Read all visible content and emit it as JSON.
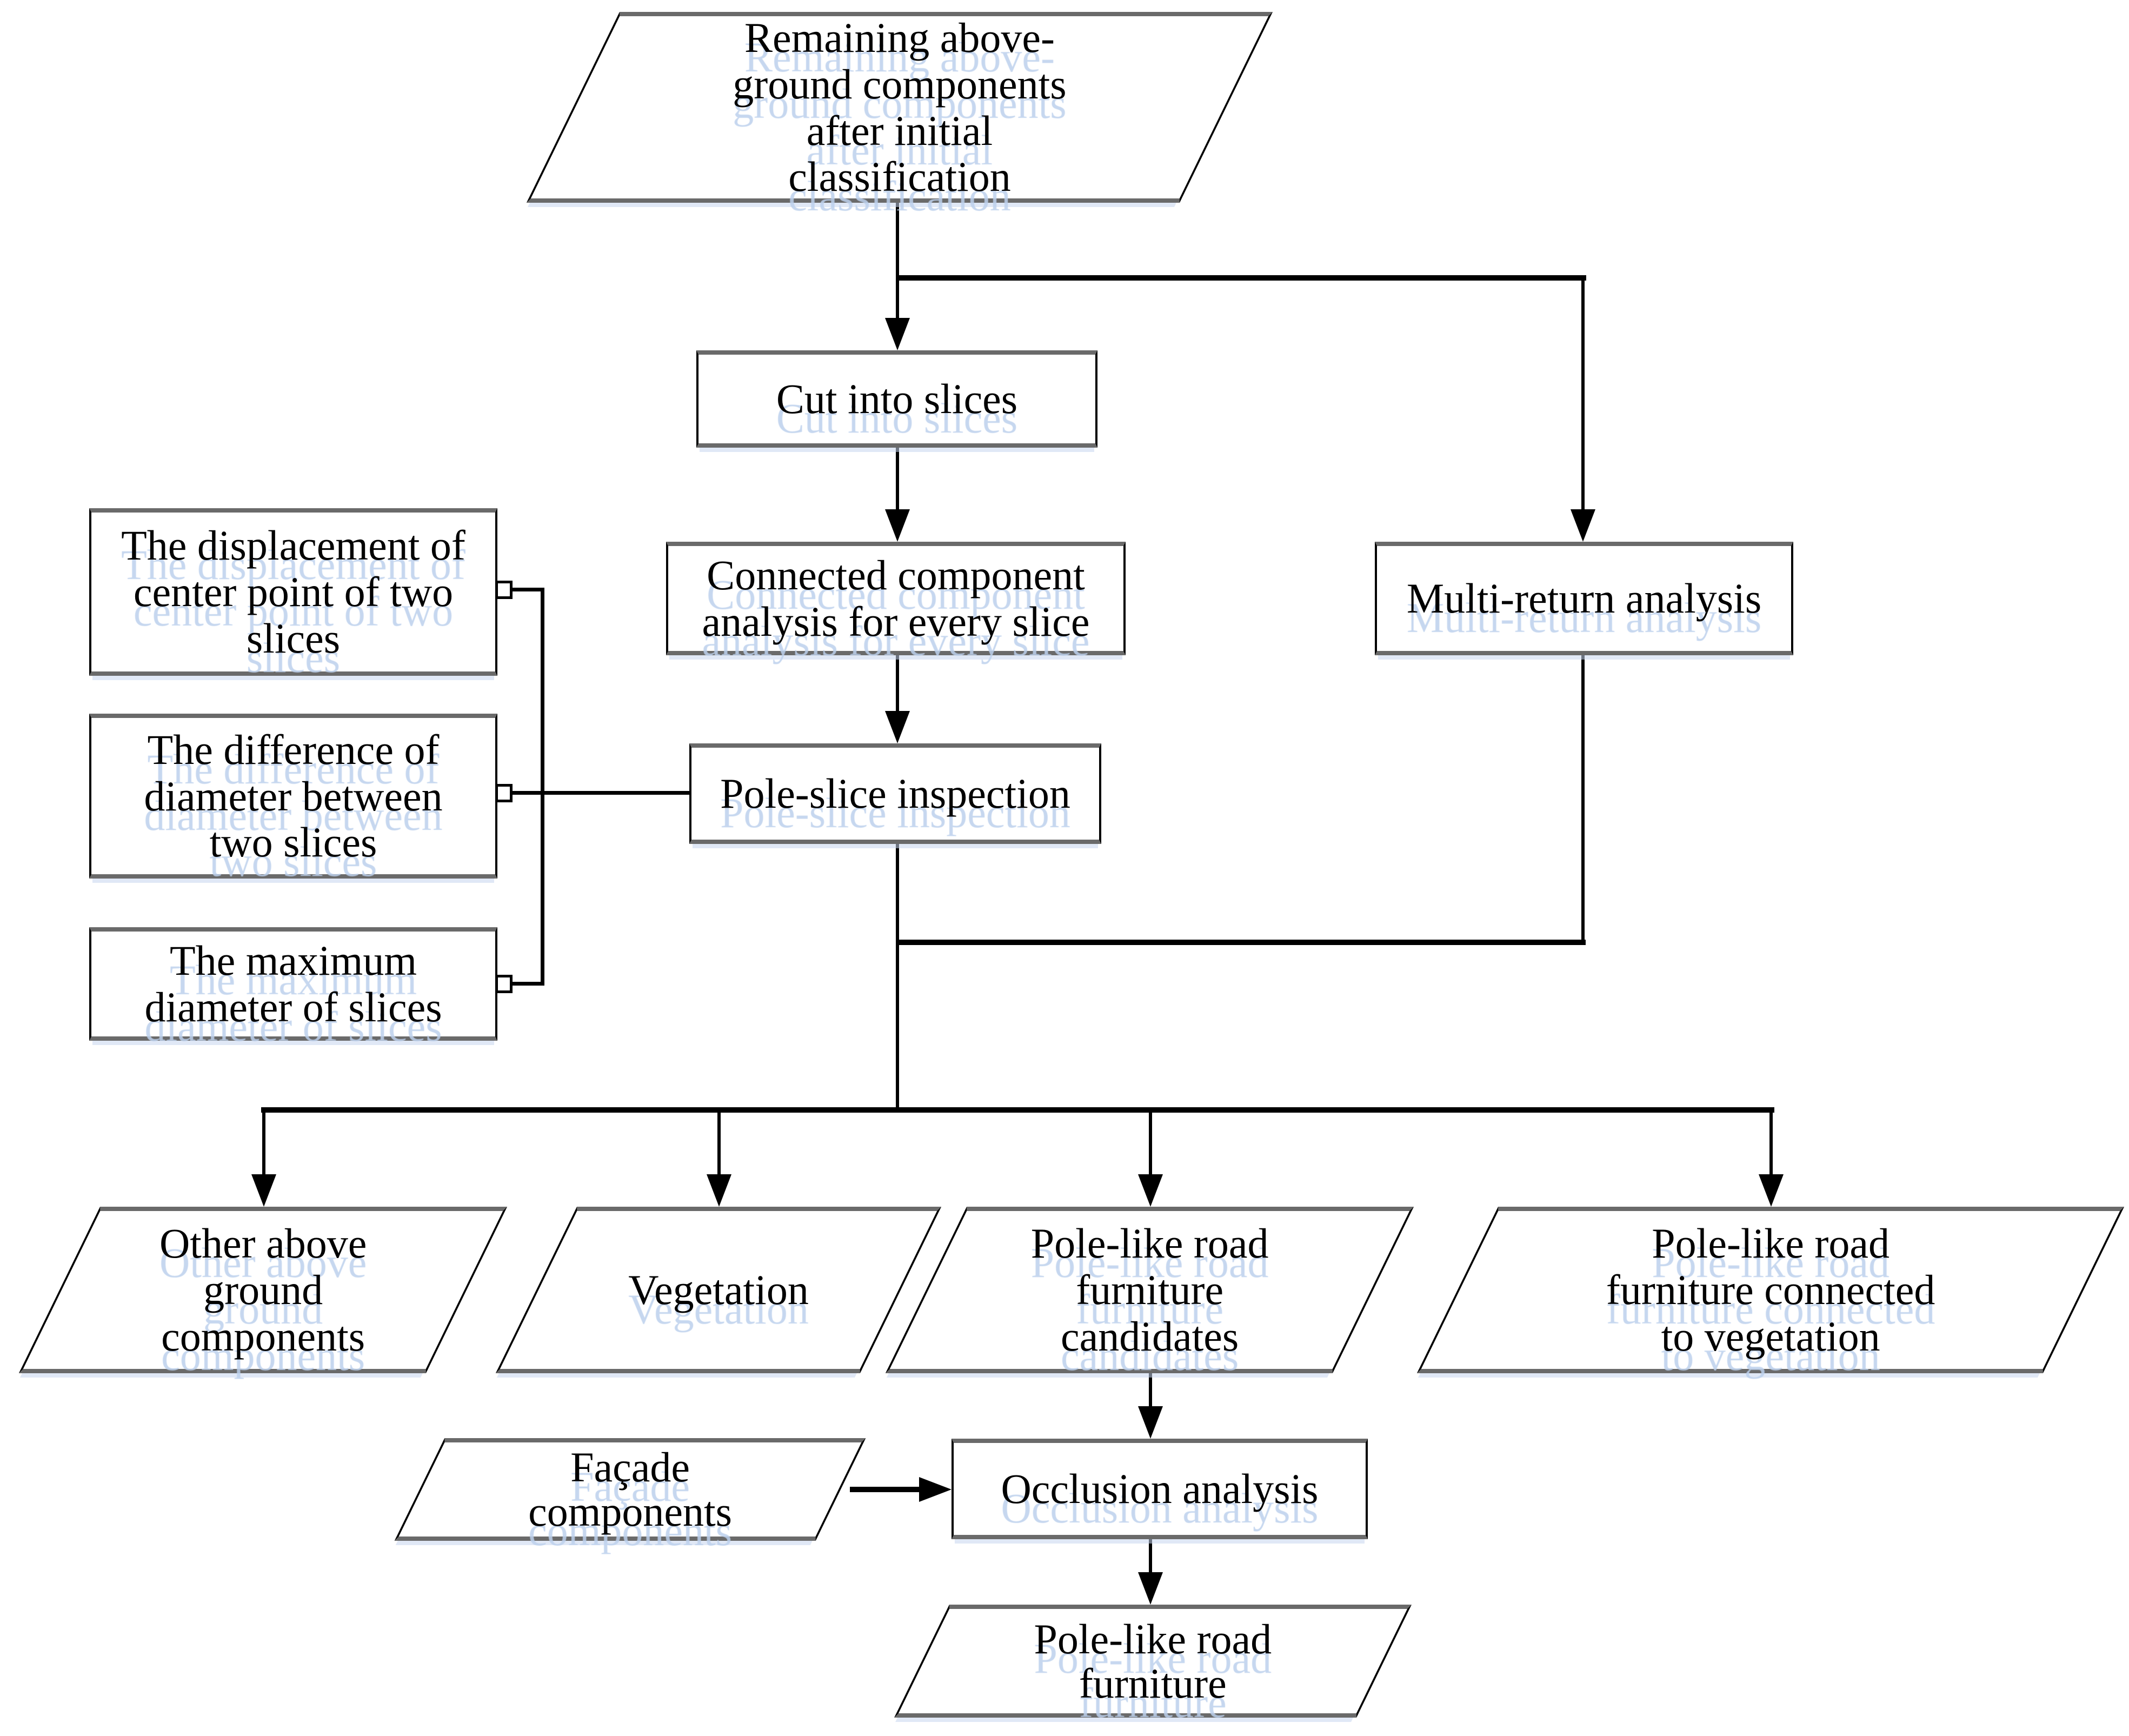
{
  "figure": {
    "type": "flowchart",
    "title": "Pole-like road furniture extraction workflow"
  },
  "colors": {
    "background": "#ffffff",
    "line": "#000000",
    "shape_edge_gray": "#6a6a6a",
    "text_shadow_blue": "#bcd0ec"
  },
  "nodes": {
    "remaining": "Remaining above-\nground components\nafter initial\nclassification",
    "cut_into_slices": "Cut into slices",
    "connected_component": "Connected component\nanalysis for every slice",
    "multi_return": "Multi-return analysis",
    "pole_slice_inspection": "Pole-slice inspection",
    "criterion_displacement": "The displacement of\ncenter point of two\nslices",
    "criterion_diameter_difference": "The difference of\ndiameter between\ntwo slices",
    "criterion_max_diameter": "The maximum\ndiameter of slices",
    "other_above_ground": "Other above\nground\ncomponents",
    "vegetation": "Vegetation",
    "pole_candidates": "Pole-like road\nfurniture\ncandidates",
    "pole_connected_vegetation": "Pole-like road\nfurniture connected\nto vegetation",
    "facade_components": "Façade\ncomponents",
    "occlusion_analysis": "Occlusion analysis",
    "pole_road_furniture": "Pole-like road\nfurniture"
  }
}
